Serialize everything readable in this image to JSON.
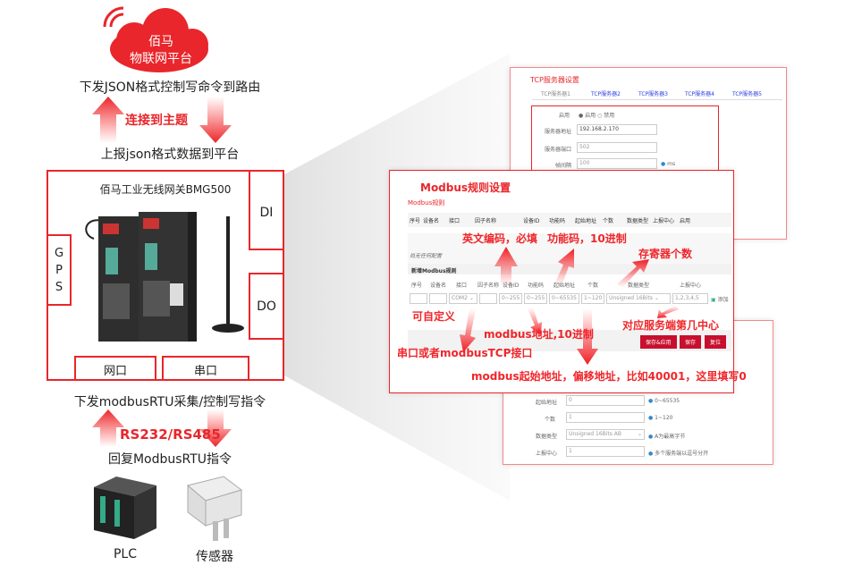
{
  "platform": {
    "cloud_line1": "佰马",
    "cloud_line2": "物联网平台",
    "icon": "wifi-signal-icon",
    "down_text": "下发JSON格式控制写命令到路由",
    "topic_text": "连接到主题",
    "up_text": "上报json格式数据到平台"
  },
  "gateway": {
    "title": "佰马工业无线网关BMG500",
    "di": "DI",
    "do": "DO",
    "gps": "G\nP\nS",
    "ethernet": "网口",
    "serial": "串口"
  },
  "field": {
    "down_text": "下发modbusRTU采集/控制写指令",
    "protocol": "RS232/RS485",
    "reply_text": "回复ModbusRTU指令",
    "plc": "PLC",
    "sensor": "传感器"
  },
  "tcp_panel": {
    "title": "TCP服务器设置",
    "tabs": [
      "TCP服务器1",
      "TCP服务器2",
      "TCP服务器3",
      "TCP服务器4",
      "TCP服务器5"
    ],
    "enable_label": "启用",
    "enable_on": "启用",
    "enable_off": "禁用",
    "addr_label": "服务器地址",
    "addr_value": "192.168.2.170",
    "port_label": "服务器端口",
    "port_value": "502",
    "interval_label": "帧间隔",
    "interval_value": "100",
    "interval_unit": "ms"
  },
  "modbus_panel": {
    "title": "Modbus规则设置",
    "subtitle": "Modbus规则",
    "columns": [
      "序号",
      "设备名",
      "接口",
      "因子名称",
      "设备ID",
      "功能码",
      "起始地址",
      "个数",
      "数据类型",
      "上报中心",
      "启用"
    ],
    "empty": "尚无任何配置",
    "add_title": "新增Modbus规则",
    "add_columns": [
      "序号",
      "设备名",
      "接口",
      "因子名称",
      "设备ID",
      "功能码",
      "起始地址",
      "个数",
      "数据类型",
      "上报中心"
    ],
    "add_inputs": {
      "port": "COM2",
      "device_id": "0~255",
      "func": "0~255",
      "start": "0~65535",
      "count": "1~120",
      "type": "Unsigned 16Bits",
      "center": "1,2,3,4,5"
    },
    "add_button": "添加",
    "buttons": [
      "保存&应用",
      "保存",
      "复位"
    ]
  },
  "annotations": {
    "english_code": "英文编码，必填",
    "func_code": "功能码，10进制",
    "reg_count": "存寄器个数",
    "custom": "可自定义",
    "modbus_addr": "modbus地址,10进制",
    "center": "对应服务端第几中心",
    "port_desc": "串口或者modbusTCP接口",
    "start_addr": "modbus起始地址，偏移地址，比如40001，这里填写0"
  },
  "bottom_panel": {
    "rows": [
      {
        "label": "起始地址",
        "value": "0",
        "hint": "0~65535"
      },
      {
        "label": "个数",
        "value": "1",
        "hint": "1~120"
      },
      {
        "label": "数据类型",
        "value": "Unsigned 16Bits AB",
        "hint": "A为最高字节"
      },
      {
        "label": "上报中心",
        "value": "1",
        "hint": "多个服务端以逗号分开"
      }
    ]
  },
  "colors": {
    "accent": "#e8262b",
    "tab_blue": "#2a3fe0",
    "button": "#c8102e"
  }
}
